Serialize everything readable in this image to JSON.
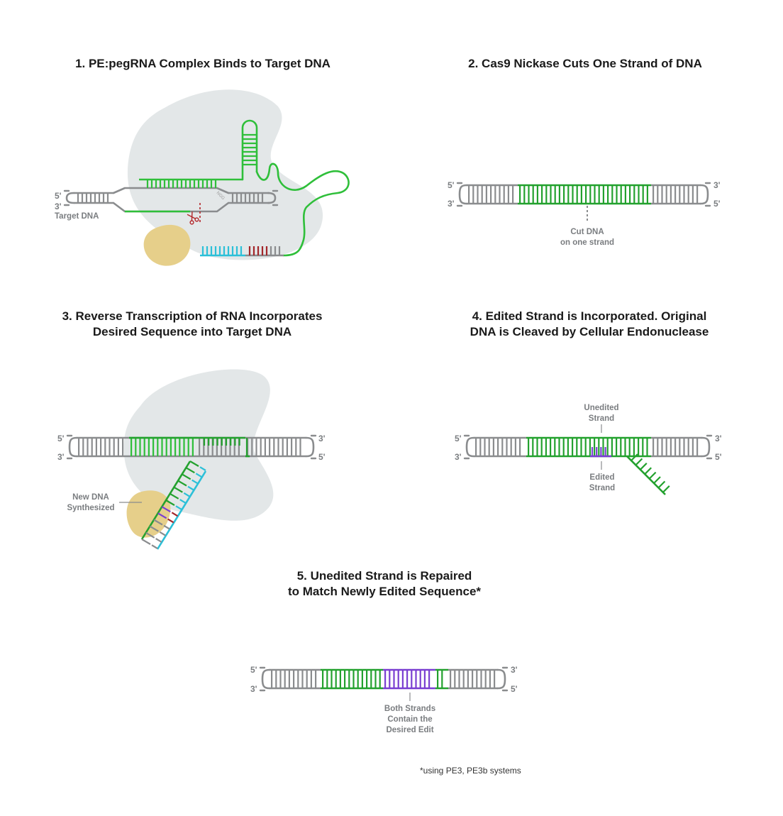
{
  "colors": {
    "dna_gray": "#8a8c8e",
    "cas9_gray": "#e3e7e8",
    "rt_tan": "#e6cf8a",
    "rna_green": "#2fbf3a",
    "dna_green": "#23a12e",
    "primer_cyan": "#2cc0d8",
    "edit_red": "#a3262a",
    "edit_purple": "#7a3fd1",
    "scissor_red": "#b3262a"
  },
  "icons": [
    "scissors-icon"
  ],
  "steps": [
    {
      "title_lines": [
        "1. PE:pegRNA Complex Binds to Target DNA"
      ],
      "end_labels": {
        "left_top": "5'",
        "left_bottom": "3'"
      },
      "labels": {
        "target_dna": "Target DNA",
        "ngg": "NGG"
      }
    },
    {
      "title_lines": [
        "2. Cas9 Nickase Cuts One Strand of DNA"
      ],
      "end_labels": {
        "left_top": "5'",
        "left_bottom": "3'",
        "right_top": "3'",
        "right_bottom": "5'"
      },
      "labels": {
        "cut_line1": "Cut DNA",
        "cut_line2": "on one strand"
      }
    },
    {
      "title_lines": [
        "3. Reverse Transcription of RNA Incorporates",
        "Desired Sequence into Target DNA"
      ],
      "end_labels": {
        "left_top": "5'",
        "left_bottom": "3'",
        "right_top": "3'",
        "right_bottom": "5'"
      },
      "labels": {
        "new_dna_line1": "New DNA",
        "new_dna_line2": "Synthesized"
      }
    },
    {
      "title_lines": [
        "4. Edited Strand is Incorporated. Original",
        "DNA is Cleaved by Cellular Endonuclease"
      ],
      "end_labels": {
        "left_top": "5'",
        "left_bottom": "3'",
        "right_top": "3'",
        "right_bottom": "5'"
      },
      "labels": {
        "unedited_line1": "Unedited",
        "unedited_line2": "Strand",
        "edited_line1": "Edited",
        "edited_line2": "Strand"
      }
    },
    {
      "title_lines": [
        "5. Unedited Strand is Repaired",
        "to Match Newly Edited Sequence*"
      ],
      "end_labels": {
        "left_top": "5'",
        "left_bottom": "3'",
        "right_top": "3'",
        "right_bottom": "5'"
      },
      "labels": {
        "both_line1": "Both Strands",
        "both_line2": "Contain the",
        "both_line3": "Desired Edit"
      }
    }
  ],
  "footnote": "*using PE3, PE3b systems"
}
